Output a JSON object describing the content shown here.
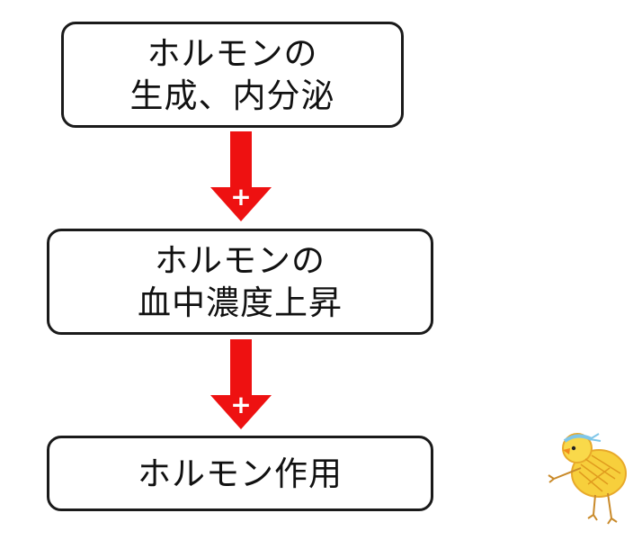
{
  "boxes": [
    {
      "line1": "ホルモンの",
      "line2": "生成、内分泌"
    },
    {
      "line1": "ホルモンの",
      "line2": "血中濃度上昇"
    },
    {
      "line1": "ホルモン作用"
    }
  ],
  "arrows": [
    {
      "sign": "+"
    },
    {
      "sign": "+"
    }
  ],
  "colors": {
    "arrow": "#ee1111",
    "border": "#1a1a1a",
    "chick_fill": "#f7cf3c"
  },
  "decoration": {
    "icon": "chick-illustration-icon"
  }
}
